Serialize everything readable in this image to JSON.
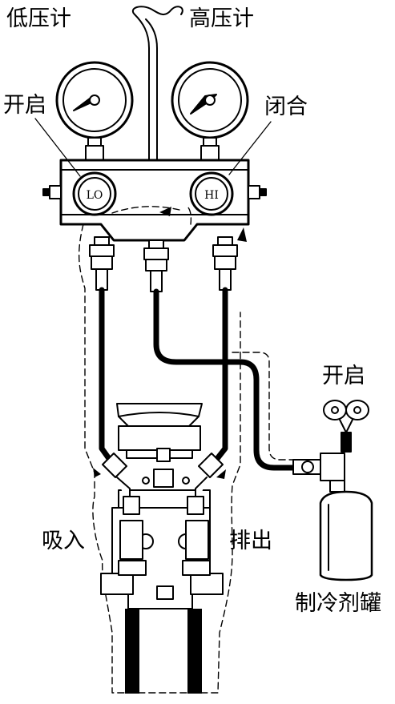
{
  "labels": {
    "low_gauge": "低压计",
    "high_gauge": "高压计",
    "open_left": "开启",
    "closed_right": "闭合",
    "lo_knob": "LO",
    "hi_knob": "HI",
    "can_valve_open": "开启",
    "suction": "吸入",
    "discharge": "排出",
    "refrigerant_can": "制冷剂罐"
  },
  "colors": {
    "line": "#000000",
    "background": "#ffffff"
  }
}
